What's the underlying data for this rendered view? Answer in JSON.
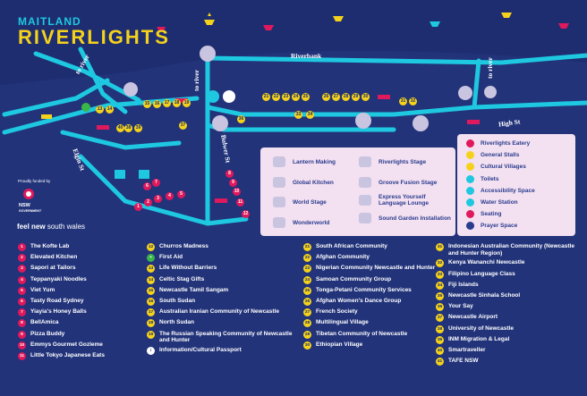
{
  "title": {
    "line1": "MAITLAND",
    "line2": "RIVERLIGHTS"
  },
  "streets": {
    "riverbank": "Riverbank",
    "to_river_1": "to river",
    "to_river_2": "to river",
    "to_river_3": "to river",
    "high_st": "High St",
    "elgin_st": "Elgin St",
    "bulwer_st": "Bulwer St"
  },
  "sponsor": {
    "funded_by": "Proudly funded by",
    "gov": "NSW",
    "gov_sub": "GOVERNMENT",
    "campaign_a": "feel new",
    "campaign_b": "south wales"
  },
  "zones": [
    {
      "label": "Lantern Making",
      "icon": "lantern-icon"
    },
    {
      "label": "Global Kitchen",
      "icon": "pot-icon"
    },
    {
      "label": "World Stage",
      "icon": "stage-icon"
    },
    {
      "label": "Wonderworld",
      "icon": "camera-icon"
    },
    {
      "label": "Riverlights Stage",
      "icon": "music-icon"
    },
    {
      "label": "Groove Fusion Stage",
      "icon": "dancers-icon"
    },
    {
      "label": "Express Yourself Language Lounge",
      "icon": "speech-icon"
    },
    {
      "label": "Sound Garden Installation",
      "icon": "chimes-icon"
    }
  ],
  "key": [
    {
      "label": "Riverlights Eatery",
      "color": "#e0185c",
      "icon": "red-dot-icon"
    },
    {
      "label": "General Stalls",
      "color": "#f4d21c",
      "icon": "yellow-dot-icon"
    },
    {
      "label": "Cultural Villages",
      "color": "#f4d21c",
      "icon": "yellow-dot-icon"
    },
    {
      "label": "Toilets",
      "color": "#1ec8e0",
      "icon": "toilet-icon"
    },
    {
      "label": "Accessibility Space",
      "color": "#1ec8e0",
      "icon": "accessibility-icon"
    },
    {
      "label": "Water Station",
      "color": "#1ec8e0",
      "icon": "water-drop-icon"
    },
    {
      "label": "Seating",
      "color": "#e0185c",
      "icon": "bench-icon"
    },
    {
      "label": "Prayer Space",
      "color": "#2a3c8f",
      "icon": "prayer-icon"
    }
  ],
  "list_col1": [
    {
      "num": "1",
      "label": "The Kofte Lab"
    },
    {
      "num": "2",
      "label": "Elevated Kitchen"
    },
    {
      "num": "3",
      "label": "Sapori at Tailors"
    },
    {
      "num": "4",
      "label": "Teppanyaki Noodles"
    },
    {
      "num": "5",
      "label": "Viet Yum"
    },
    {
      "num": "6",
      "label": "Tasty Road Sydney"
    },
    {
      "num": "7",
      "label": "Yiayia's Honey Balls"
    },
    {
      "num": "8",
      "label": "BellAmica"
    },
    {
      "num": "9",
      "label": "Pizza Buddy"
    },
    {
      "num": "10",
      "label": "Emmys Gourmet Gozleme"
    },
    {
      "num": "11",
      "label": "Little Tokyo Japanese Eats"
    }
  ],
  "list_col2": [
    {
      "num": "12",
      "label": "Churros Madness"
    },
    {
      "num": "+",
      "label": "First Aid"
    },
    {
      "num": "13",
      "label": "Life Without Barriers"
    },
    {
      "num": "14",
      "label": "Celtic Stag Gifts"
    },
    {
      "num": "15",
      "label": "Newcastle Tamil Sangam"
    },
    {
      "num": "16",
      "label": "South Sudan"
    },
    {
      "num": "17",
      "label": "Australian Iranian Community of Newcastle"
    },
    {
      "num": "18",
      "label": "North Sudan"
    },
    {
      "num": "19",
      "label": "The Russian Speaking Community of Newcastle and Hunter"
    },
    {
      "num": "i",
      "label": "Information/Cultural Passport"
    }
  ],
  "list_col3": [
    {
      "num": "21",
      "label": "South African Community"
    },
    {
      "num": "22",
      "label": "Afghan Community"
    },
    {
      "num": "23",
      "label": "Nigerian Community Newcastle and Hunter"
    },
    {
      "num": "24",
      "label": "Samoan Community Group"
    },
    {
      "num": "25",
      "label": "Tonga-Petani Community Services"
    },
    {
      "num": "26",
      "label": "Afghan Women's Dance Group"
    },
    {
      "num": "27",
      "label": "French Society"
    },
    {
      "num": "28",
      "label": "Multilingual Village"
    },
    {
      "num": "29",
      "label": "Tibetan Community of Newcastle"
    },
    {
      "num": "30",
      "label": "Ethiopian Village"
    }
  ],
  "list_col4": [
    {
      "num": "31",
      "label": "Indonesian Australian Community (Newcastle and Hunter Region)"
    },
    {
      "num": "32",
      "label": "Kenya Wananchi Newcastle"
    },
    {
      "num": "33",
      "label": "Filipino Language Class"
    },
    {
      "num": "34",
      "label": "Fiji Islands"
    },
    {
      "num": "35",
      "label": "Newcastle Sinhala School"
    },
    {
      "num": "36",
      "label": "Your Say"
    },
    {
      "num": "37",
      "label": "Newcastle Airport"
    },
    {
      "num": "38",
      "label": "University of Newcastle"
    },
    {
      "num": "39",
      "label": "INM Migration & Legal"
    },
    {
      "num": "40",
      "label": "Smartraveller"
    },
    {
      "num": "41",
      "label": "TAFE NSW"
    }
  ],
  "map_pins": {
    "yellow": [
      "21",
      "22",
      "23",
      "24",
      "25",
      "26",
      "27",
      "28",
      "29",
      "30",
      "31",
      "32",
      "33",
      "34",
      "15",
      "16",
      "17",
      "18",
      "19",
      "13",
      "14",
      "38",
      "39",
      "40",
      "37",
      "36"
    ],
    "red": [
      "1",
      "2",
      "3",
      "4",
      "5",
      "6",
      "7",
      "8",
      "9",
      "10",
      "11",
      "12"
    ]
  },
  "colors": {
    "background": "#22337a",
    "road": "#1ec8e0",
    "eatery": "#e0185c",
    "stall": "#f4d21c",
    "panel": "#f3e0f0"
  }
}
